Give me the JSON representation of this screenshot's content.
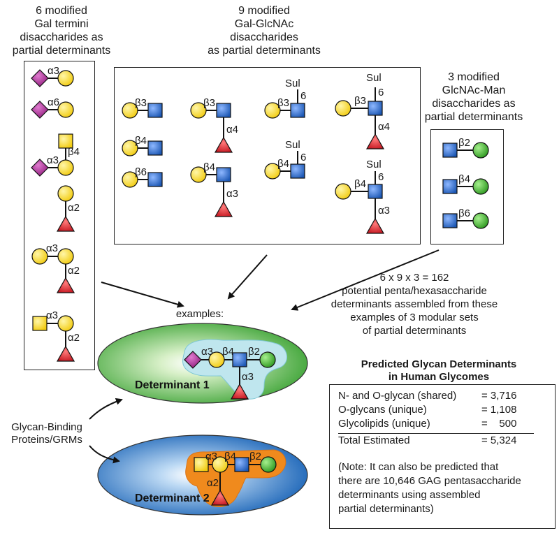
{
  "set_gal": {
    "heading": "6 modified\nGal termini\ndisaccharides as\npartial determinants"
  },
  "set_galglcnac": {
    "heading": "9 modified\nGal-GlcNAc\ndisaccharides\nas partial determinants"
  },
  "set_glcnacman": {
    "heading": "3 modified\nGlcNAc-Man\ndisaccharides as\npartial determinants"
  },
  "linkages": {
    "a3": "α3",
    "a6": "α6",
    "a2": "α2",
    "a4": "α4",
    "b2": "β2",
    "b3": "β3",
    "b4": "β4",
    "b6": "β6",
    "sul": "Sul",
    "six": "6"
  },
  "calc_text": "6 x 9 x 3 = 162\npotential penta/hexasaccharide\ndeterminants assembled from these\nexamples of 3 modular sets\nof partial determinants",
  "examples_label": "examples:",
  "determinant1": "Determinant 1",
  "determinant2": "Determinant 2",
  "gbp_label": "Glycan-Binding\nProteins/GRMs",
  "stats": {
    "title": "Predicted Glycan Determinants\nin Human Glycomes",
    "rows": [
      {
        "label": "N- and O-glycan (shared)",
        "value": "= 3,716"
      },
      {
        "label": "O-glycans (unique)",
        "value": "= 1,108"
      },
      {
        "label": "Glycolipids (unique)",
        "value": "=    500"
      }
    ],
    "total_label": "Total Estimated",
    "total_value": "= 5,324",
    "note": "(Note:  It can also be predicted that\nthere are 10,646 GAG pentasaccharide\ndeterminants using assembled\n partial determinants)"
  },
  "colors": {
    "galactose_yellow": "#f7d51d",
    "glcnac_blue": "#1f5fbf",
    "fucose_red": "#d4202a",
    "sialic_purple": "#9b1f86",
    "mannose_green": "#3fae2a",
    "galnac_yellow": "#f7d51d",
    "ellipse_green": "#3fa536",
    "ellipse_blue": "#1b6fc0",
    "highlight_cyan": "#bfe7ee",
    "highlight_orange": "#f08a1d"
  }
}
